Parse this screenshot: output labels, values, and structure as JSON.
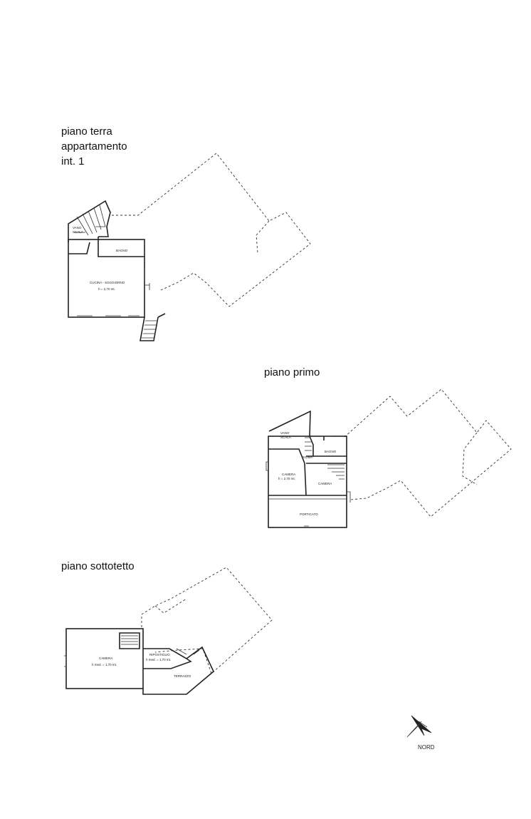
{
  "floors": {
    "ground": {
      "title_lines": [
        "piano terra",
        "appartamento",
        "int. 1"
      ],
      "rooms": {
        "stair": [
          "VANO",
          "SCALA"
        ],
        "bath": "BAGNO",
        "kitchen": "CUCINA - SOGGIORNO",
        "kitchen_height": "h = 2,70 mt."
      }
    },
    "first": {
      "title": "piano primo",
      "rooms": {
        "stair": [
          "VANO",
          "SCALA"
        ],
        "bath": "BAGNO",
        "disimp": "DISIMP.",
        "bedroom1": "CAMERA",
        "bedroom1_height": "h = 2,70 mt.",
        "bedroom2": "CAMERA",
        "porch": "PORTICATO"
      }
    },
    "attic": {
      "title": "piano sottotetto",
      "rooms": {
        "bedroom": "CAMERA",
        "bedroom_height": "h med. = 1,70 mt.",
        "closet": "RIPOSTIGLIO",
        "closet_height": "h med. = 1,70 mt.",
        "terrace": "TERRAZZO"
      }
    }
  },
  "north_label": "NORD"
}
